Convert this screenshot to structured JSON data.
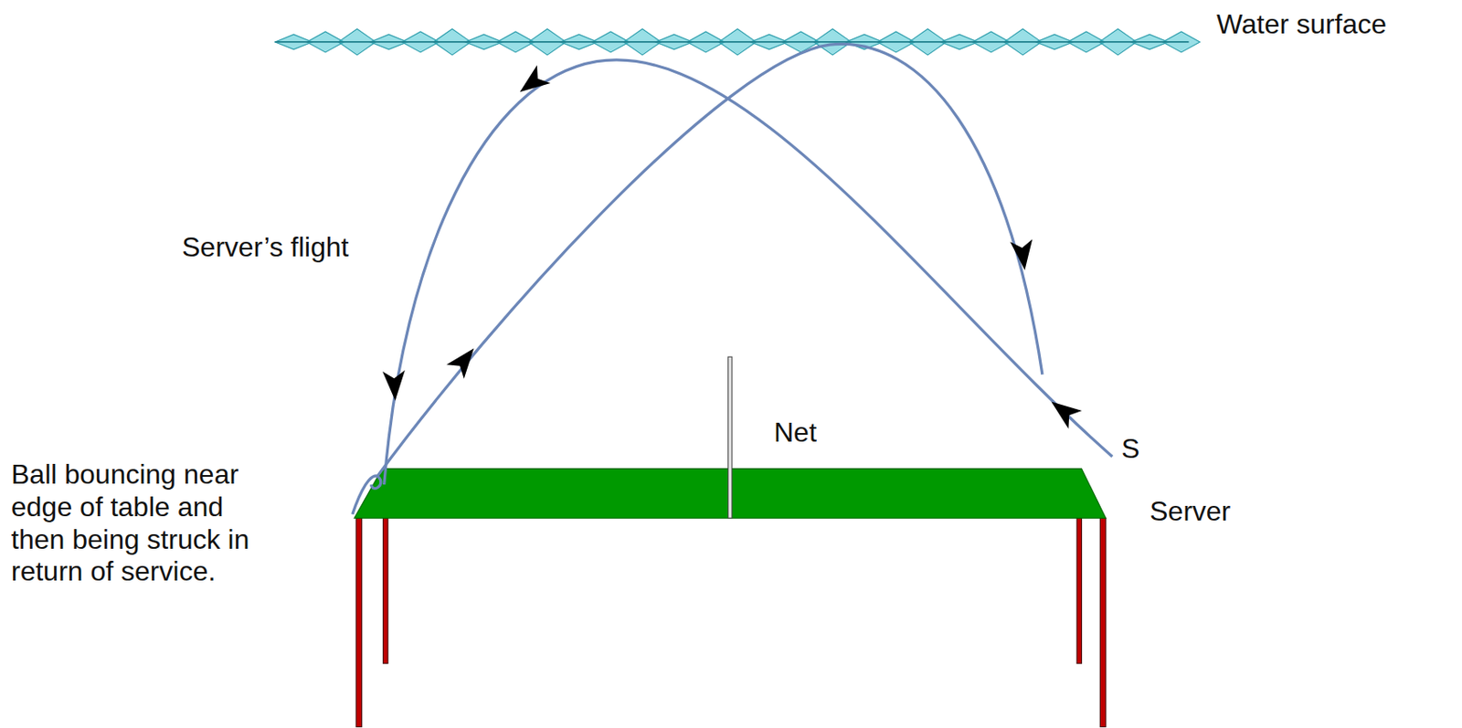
{
  "diagram": {
    "labels": [
      "Water surface",
      "Server’s flight",
      "Net",
      "S",
      "Server",
      "Ball bouncing near edge of table and then being struck in return of service."
    ]
  }
}
